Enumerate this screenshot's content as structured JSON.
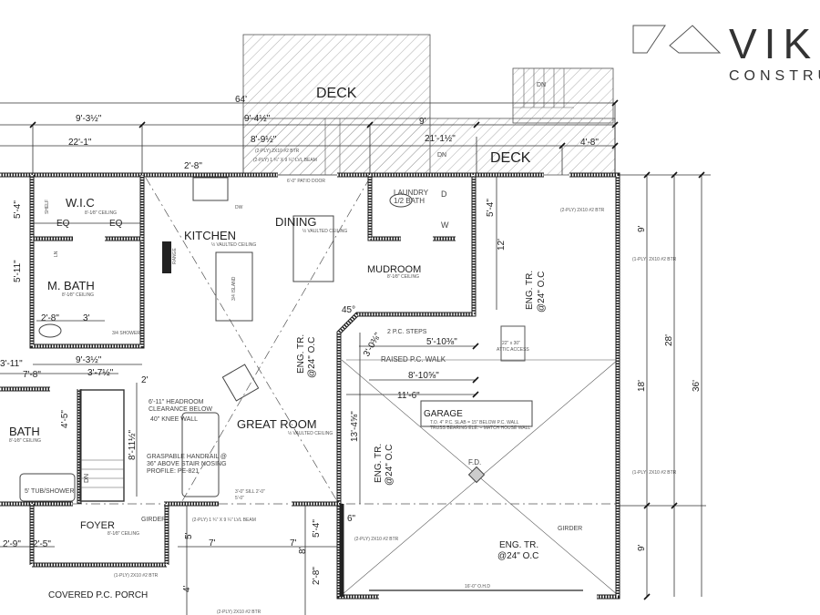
{
  "logo": {
    "brand": "VIK",
    "sub": "CONSTRU"
  },
  "rooms": {
    "deck_upper": "DECK",
    "deck_lower": "DECK",
    "wic": "W.I.C",
    "kitchen": "KITCHEN",
    "dining": "DINING",
    "laundry": "LAUNDRY",
    "half_bath": "1/2 BATH",
    "mudroom": "MUDROOM",
    "master_bath": "M. BATH",
    "great_room": "GREAT ROOM",
    "garage": "GARAGE",
    "bath": "BATH",
    "foyer": "FOYER",
    "porch": "COVERED P.C. PORCH",
    "walk": "RAISED P.C. WALK",
    "steps": "2 P.C. STEPS"
  },
  "ceilings": {
    "wic": "8'-1⁄8\" CEILING",
    "kitchen": "½ VAULTED CEILING",
    "dining": "½ VAULTED CEILING",
    "master_bath": "8'-1⁄8\" CEILING",
    "great_room": "½ VAULTED CEILING",
    "bath": "8'-1⁄8\" CEILING",
    "foyer": "8'-1⁄8\" CEILING",
    "mudroom": "8'-1⁄8\" CEILING"
  },
  "dimensions": {
    "overall": "64'",
    "d1": "9'-3½\"",
    "d2": "9'-4½\"",
    "d3": "22'-1\"",
    "d4": "8'-9½\"",
    "d5": "9'",
    "d6": "21'-1½\"",
    "d7": "4'-8\"",
    "d8": "5'-4\"",
    "d9": "12'",
    "d10": "36'",
    "d11": "28'",
    "d12": "18'",
    "d13": "9'",
    "d14": "9'",
    "d15": "13'-4⅝\"",
    "d16": "11'-6\"",
    "d17": "8'-10⅝\"",
    "d18": "5'-10⅜\"",
    "d19": "3'-0⅜\"",
    "d20": "45°",
    "d21": "2'-8\"",
    "d22": "3'",
    "d23": "9'-3½\"",
    "d24": "3'-7½\"",
    "d25": "7'-8\"",
    "d26": "3'-11\"",
    "d27": "2'",
    "d28": "8'-11½\"",
    "d29": "4'-5\"",
    "d30": "5'-4\"",
    "d31": "5'-11\"",
    "d32": "2'-9\"",
    "d33": "2'-5\"",
    "d34": "5'",
    "d35": "7'",
    "d36": "7'",
    "d37": "8'",
    "d38": "5'-4\"",
    "d39": "2'-8\"",
    "d40": "6\"",
    "d41": "4'",
    "d42": "3'-0\" SILL 2'-0\"",
    "d43": "5'-0\"",
    "d44": "2'-8\"",
    "d45": "EQ",
    "d46": "EQ"
  },
  "notes": {
    "headroom1": "6'-11\" HEADROOM",
    "headroom2": "CLEARANCE BELOW",
    "knee": "40\" KNEE WALL",
    "rail1": "GRASPABLE HANDRAIL @",
    "rail2": "36\" ABOVE STAIR NOSING",
    "rail3": "PROFILE: PE-821",
    "tub": "5' TUB/SHOWER",
    "girder1": "GIRDER",
    "girder2": "GIRDER",
    "fd": "F.D.",
    "eng_a1": "ENG. TR.",
    "eng_a2": "@24\" O.C",
    "eng_b1": "ENG. TR.",
    "eng_b2": "@24\" O.C",
    "eng_c1": "ENG. TR.",
    "eng_c2": "@24\" O.C",
    "eng_d1": "ENG. TR.",
    "eng_d2": "@24\" O.C",
    "garage1": "T.O. 4\" P.C. SLAB = 15\" BELOW P.C. WALL",
    "garage2": "TRUSS BEARING ELE. = MATCH HOUSE WALL",
    "attic": "22\" x 30\"",
    "attic2": "ATTIC ACCESS",
    "dn1": "DN",
    "dn2": "DN",
    "dn3": "DN",
    "lvl1": "(2-PLY) 1 ¾\" X 9 ¼\" LVL BEAM",
    "lvl2": "(2-PLY) 1 ¾\" X 9 ¼\" LVL BEAM",
    "hdr1": "(2-PLY) 2X10 #2 BTR",
    "hdr2": "(2-PLY) 2X10 #2 BTR",
    "hdr3": "(1-PLY) 2X10 #2 BTR",
    "hdr4": "(1-PLY) 2X10 #2 BTR",
    "hdr5": "(2-PLY) 2X10 #2 BTR",
    "hdr6": "(1-PLY) 2X10 #2 BTR",
    "hdr7": "(2-PLY) 2X10 #2 BTR",
    "patio": "6'-0\" PATIO DOOR",
    "dw": "DW",
    "range": "RANGE",
    "island": "3/4 ISLAND",
    "shower": "3/4 SHOWER",
    "ohd": "16'-0\" O.H.D",
    "ln": "LN",
    "shelf": "SHELF",
    "d": "D",
    "w": "W"
  }
}
